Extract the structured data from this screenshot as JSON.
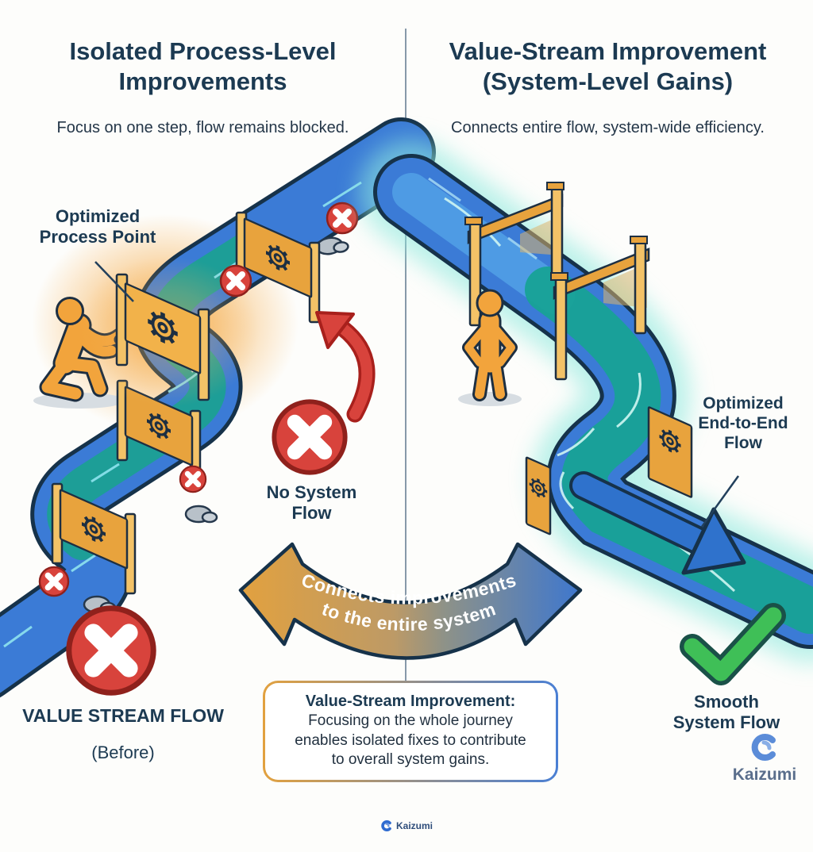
{
  "header": {
    "left": {
      "title": "Isolated Process-Level\nImprovements",
      "subtitle": "Focus on one step, flow remains blocked."
    },
    "right": {
      "title": "Value-Stream Improvement\n(System-Level Gains)",
      "subtitle": "Connects entire flow, system-wide efficiency."
    }
  },
  "left_panel": {
    "labels": {
      "optimized_process_point": "Optimized\nProcess Point",
      "no_system_flow": "No System\nFlow",
      "value_stream_flow": "VALUE STREAM FLOW",
      "before": "(Before)"
    }
  },
  "right_panel": {
    "labels": {
      "optimized_end_to_end": "Optimized\nEnd-to-End\nFlow",
      "smooth_system_flow": "Smooth\nSystem Flow"
    }
  },
  "connector": {
    "line1": "Connects improvements",
    "line2": "to the entire system"
  },
  "callout": {
    "heading": "Value-Stream Improvement:",
    "body": "Focusing on the whole journey\nenables isolated fixes to contribute\nto overall system gains."
  },
  "branding": {
    "logo_text": "Kaizumi",
    "footer_logo_text": "Kaizumi"
  },
  "icons": {
    "gear": "gear-icon",
    "x_badge": "x-badge-icon",
    "check": "check-icon",
    "wave_logo": "wave-logo-icon",
    "wrench": "wrench-icon"
  },
  "colors": {
    "navy": "#1C3A52",
    "orange": "#E8A33D",
    "blue": "#3B7BD6",
    "teal": "#17A296",
    "red": "#D8433C",
    "green": "#3FBF57"
  }
}
